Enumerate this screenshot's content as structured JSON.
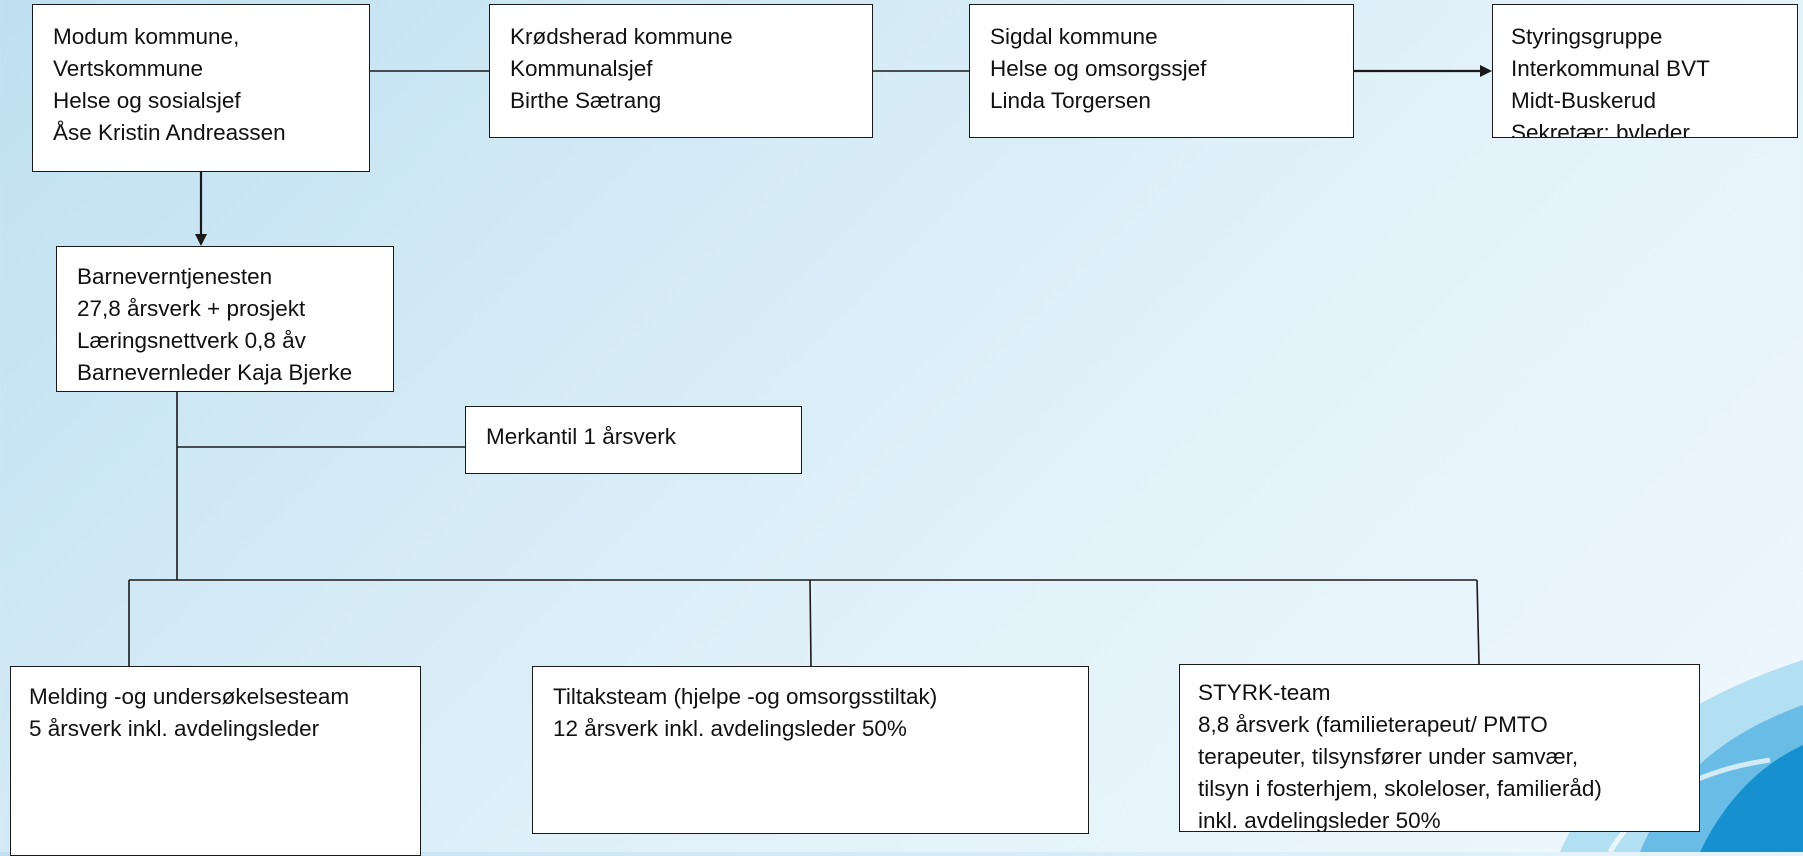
{
  "boxes": {
    "modum": {
      "lines": [
        "Modum kommune,",
        "Vertskommune",
        "Helse og sosialsjef",
        "Åse Kristin Andreassen"
      ]
    },
    "krod": {
      "lines": [
        "Krødsherad kommune",
        "Kommunalsjef",
        "Birthe Sætrang"
      ]
    },
    "sigdal": {
      "lines": [
        "Sigdal kommune",
        "Helse og omsorgssjef",
        "Linda Torgersen"
      ]
    },
    "styr": {
      "lines": [
        "Styringsgruppe",
        "Interkommunal BVT",
        "Midt-Buskerud",
        "Sekretær: bvleder"
      ]
    },
    "bv": {
      "lines": [
        "Barneverntjenesten",
        "27,8 årsverk + prosjekt",
        "Læringsnettverk 0,8 åv",
        "Barnevernleder Kaja Bjerke"
      ]
    },
    "merk": {
      "lines": [
        "Merkantil 1 årsverk"
      ]
    },
    "melding": {
      "lines": [
        "Melding -og undersøkelsesteam",
        "5 årsverk inkl. avdelingsleder"
      ]
    },
    "tiltak": {
      "lines": [
        "Tiltaksteam (hjelpe -og omsorgsstiltak)",
        "12 årsverk inkl. avdelingsleder 50%"
      ]
    },
    "styrk": {
      "lines": [
        "STYRK-team",
        "8,8 årsverk  (familieterapeut/ PMTO",
        "terapeuter, tilsynsfører under samvær,",
        "tilsyn i fosterhjem, skoleloser, familieråd)",
        "inkl. avdelingsleder 50%"
      ]
    }
  },
  "colors": {
    "background": "#d5ebf6",
    "swoosh_light": "#8fd0ee",
    "swoosh_dark": "#1790cf",
    "box_border": "#1a1a1a",
    "connector": "#1a1a1a"
  }
}
